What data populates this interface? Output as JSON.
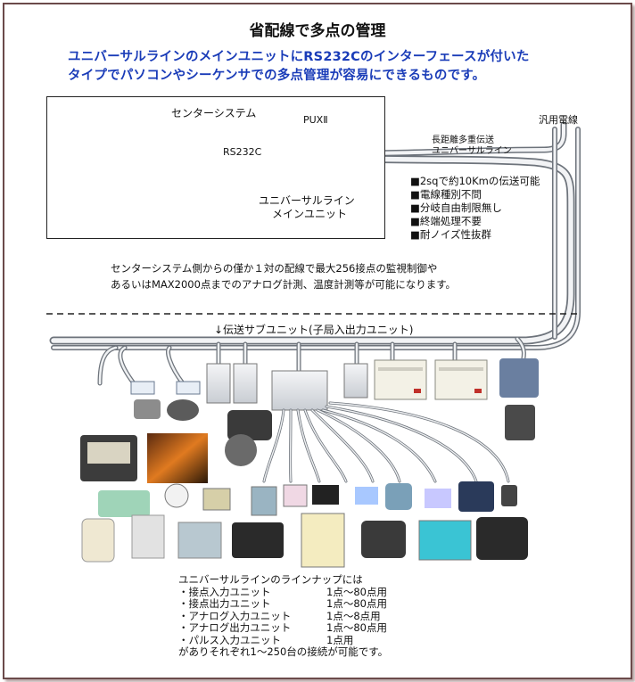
{
  "title": "省配線で多点の管理",
  "lead": {
    "line1": "ユニバーサルラインのメインユニットにRS232Cのインターフェースが付いた",
    "line2": "タイプでパソコンやシーケンサでの多点管理が容易にできるものです。"
  },
  "system": {
    "center_label": "センターシステム",
    "rs232c_label": "RS232C",
    "pux_label": "PUXⅡ",
    "main_unit_line1": "ユニバーサルライン",
    "main_unit_line2": "メインユニット"
  },
  "cable": {
    "general_wire": "汎用電線",
    "long_distance_line1": "長距離多重伝送",
    "long_distance_line2": "ユニバーサルライン"
  },
  "features": [
    "■2sqで約10Kmの伝送可能",
    "■電線種別不問",
    "■分岐自由制限無し",
    "■終端処理不要",
    "■耐ノイズ性抜群"
  ],
  "description": {
    "line1": "センターシステム側からの僅か１対の配線で最大256接点の監視制御や",
    "line2": "あるいはMAX2000点までのアナログ計測、温度計測等が可能になります。"
  },
  "sub_unit_label": "↓伝送サブユニット(子局入出力ユニット)",
  "lineup": {
    "intro": "ユニバーサルラインのラインナップには",
    "items": [
      {
        "name": "・接点入力ユニット",
        "range": "1点～80点用"
      },
      {
        "name": "・接点出力ユニット",
        "range": "1点～80点用"
      },
      {
        "name": "・アナログ入力ユニット",
        "range": "1点～8点用"
      },
      {
        "name": "・アナログ出力ユニット",
        "range": "1点～80点用"
      },
      {
        "name": "・パルス入力ユニット",
        "range": "1点用"
      }
    ],
    "outro": "がありそれぞれ1～250台の接続が可能です。"
  },
  "colors": {
    "lead_text": "#1a3cb8",
    "frame": "#6b4a4a",
    "cable": "#9aa0a8"
  }
}
